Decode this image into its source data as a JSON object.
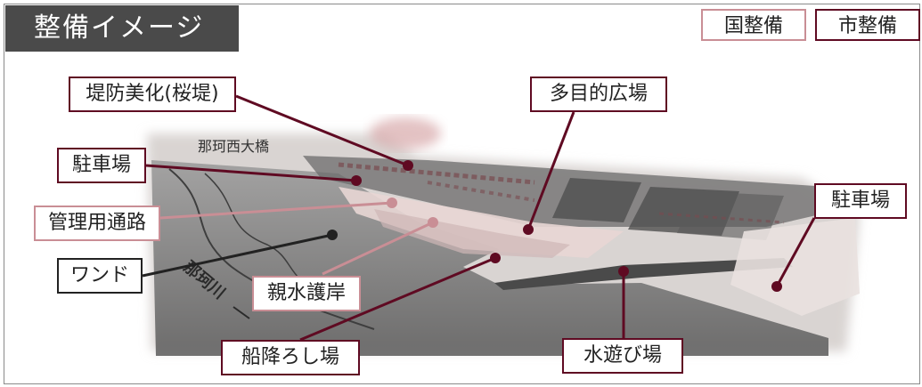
{
  "title": "整備イメージ",
  "legend": {
    "kuni": "国整備",
    "shi": "市整備"
  },
  "labels": {
    "teibou": "堤防美化(桜堤)",
    "chushajo_left": "駐車場",
    "kanri": "管理用通路",
    "wando": "ワンド",
    "shinsui": "親水護岸",
    "funaori": "船降ろし場",
    "mokuteki": "多目的広場",
    "mizuasobi": "水遊び場",
    "chushajo_right": "駐車場",
    "bridge": "那珂西大橋",
    "river": "那珂川"
  },
  "colors": {
    "city": "#5f0a22",
    "national": "#c98e95",
    "other": "#222222",
    "title_bg": "#4a4a4a"
  }
}
